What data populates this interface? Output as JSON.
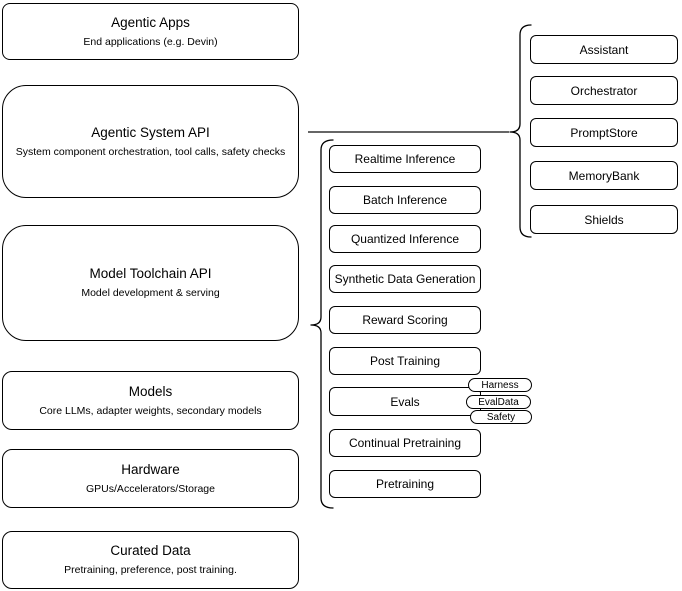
{
  "diagram": {
    "left_stack": [
      {
        "title": "Agentic Apps",
        "subtitle": "End applications (e.g. Devin)"
      },
      {
        "title": "Agentic System API",
        "subtitle": "System component orchestration, tool calls, safety checks"
      },
      {
        "title": "Model Toolchain API",
        "subtitle": "Model development & serving"
      },
      {
        "title": "Models",
        "subtitle": "Core LLMs, adapter weights, secondary models"
      },
      {
        "title": "Hardware",
        "subtitle": "GPUs/Accelerators/Storage"
      },
      {
        "title": "Curated Data",
        "subtitle": "Pretraining, preference, post training."
      }
    ],
    "toolchain_services": [
      "Realtime Inference",
      "Batch Inference",
      "Quantized Inference",
      "Synthetic Data Generation",
      "Reward Scoring",
      "Post Training",
      "Evals",
      "Continual Pretraining",
      "Pretraining"
    ],
    "eval_components": [
      "Harness",
      "EvalData",
      "Safety"
    ],
    "agentic_components": [
      "Assistant",
      "Orchestrator",
      "PromptStore",
      "MemoryBank",
      "Shields"
    ],
    "colors": {
      "box_stroke": "#000000",
      "box_fill": "#ffffff",
      "connector": "#666666",
      "text": "#000000"
    }
  }
}
